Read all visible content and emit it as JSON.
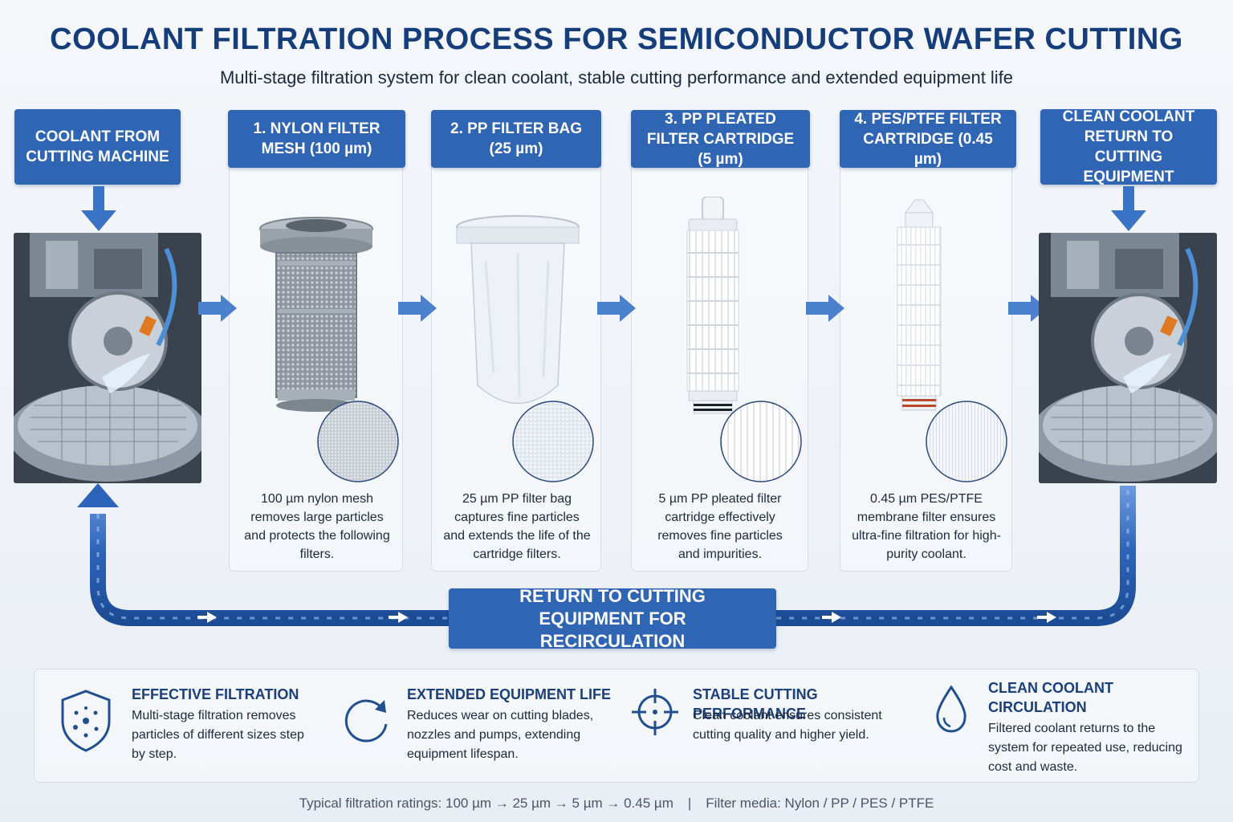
{
  "title": "COOLANT FILTRATION PROCESS FOR SEMICONDUCTOR WAFER CUTTING",
  "subtitle": "Multi-stage filtration system for clean coolant, stable cutting performance and extended equipment life",
  "source": {
    "label": "COOLANT FROM CUTTING MACHINE"
  },
  "stages": [
    {
      "label": "1. NYLON FILTER MESH (100 µm)",
      "description": "100 µm nylon mesh removes large particles and protects the following filters."
    },
    {
      "label": "2. PP FILTER BAG (25 µm)",
      "description": "25 µm PP filter bag captures fine particles and extends the life of the cartridge filters."
    },
    {
      "label": "3. PP PLEATED FILTER CARTRIDGE (5 µm)",
      "description": "5 µm PP pleated filter cartridge effectively removes fine particles and impurities."
    },
    {
      "label": "4. PES/PTFE FILTER CARTRIDGE (0.45 µm)",
      "description": "0.45 µm PES/PTFE membrane filter ensures ultra-fine filtration for high-purity coolant."
    }
  ],
  "destination": {
    "label": "CLEAN COOLANT RETURN TO CUTTING EQUIPMENT"
  },
  "return_loop": {
    "label": "RETURN TO CUTTING EQUIPMENT FOR RECIRCULATION"
  },
  "benefits": [
    {
      "icon": "shield-particles-icon",
      "title": "EFFECTIVE FILTRATION",
      "text": "Multi-stage filtration removes particles of different sizes step by step."
    },
    {
      "icon": "refresh-cycle-icon",
      "title": "EXTENDED EQUIPMENT LIFE",
      "text": "Reduces wear on cutting blades, nozzles and pumps, extending equipment lifespan."
    },
    {
      "icon": "crosshair-target-icon",
      "title": "STABLE CUTTING PERFORMANCE",
      "text": "Clean coolant ensures consistent cutting quality and higher yield."
    },
    {
      "icon": "water-drop-icon",
      "title": "CLEAN COOLANT CIRCULATION",
      "text": "Filtered coolant returns to the system for repeated use, reducing cost and waste."
    }
  ],
  "footer": {
    "ratings": "Typical filtration ratings: 100 µm → 25 µm → 5 µm → 0.45 µm",
    "separator": "|",
    "media": "Filter media: Nylon / PP / PES / PTFE"
  },
  "colors": {
    "accent": "#2f65b3",
    "title": "#143d7a",
    "pipe": "#2d63b8"
  }
}
